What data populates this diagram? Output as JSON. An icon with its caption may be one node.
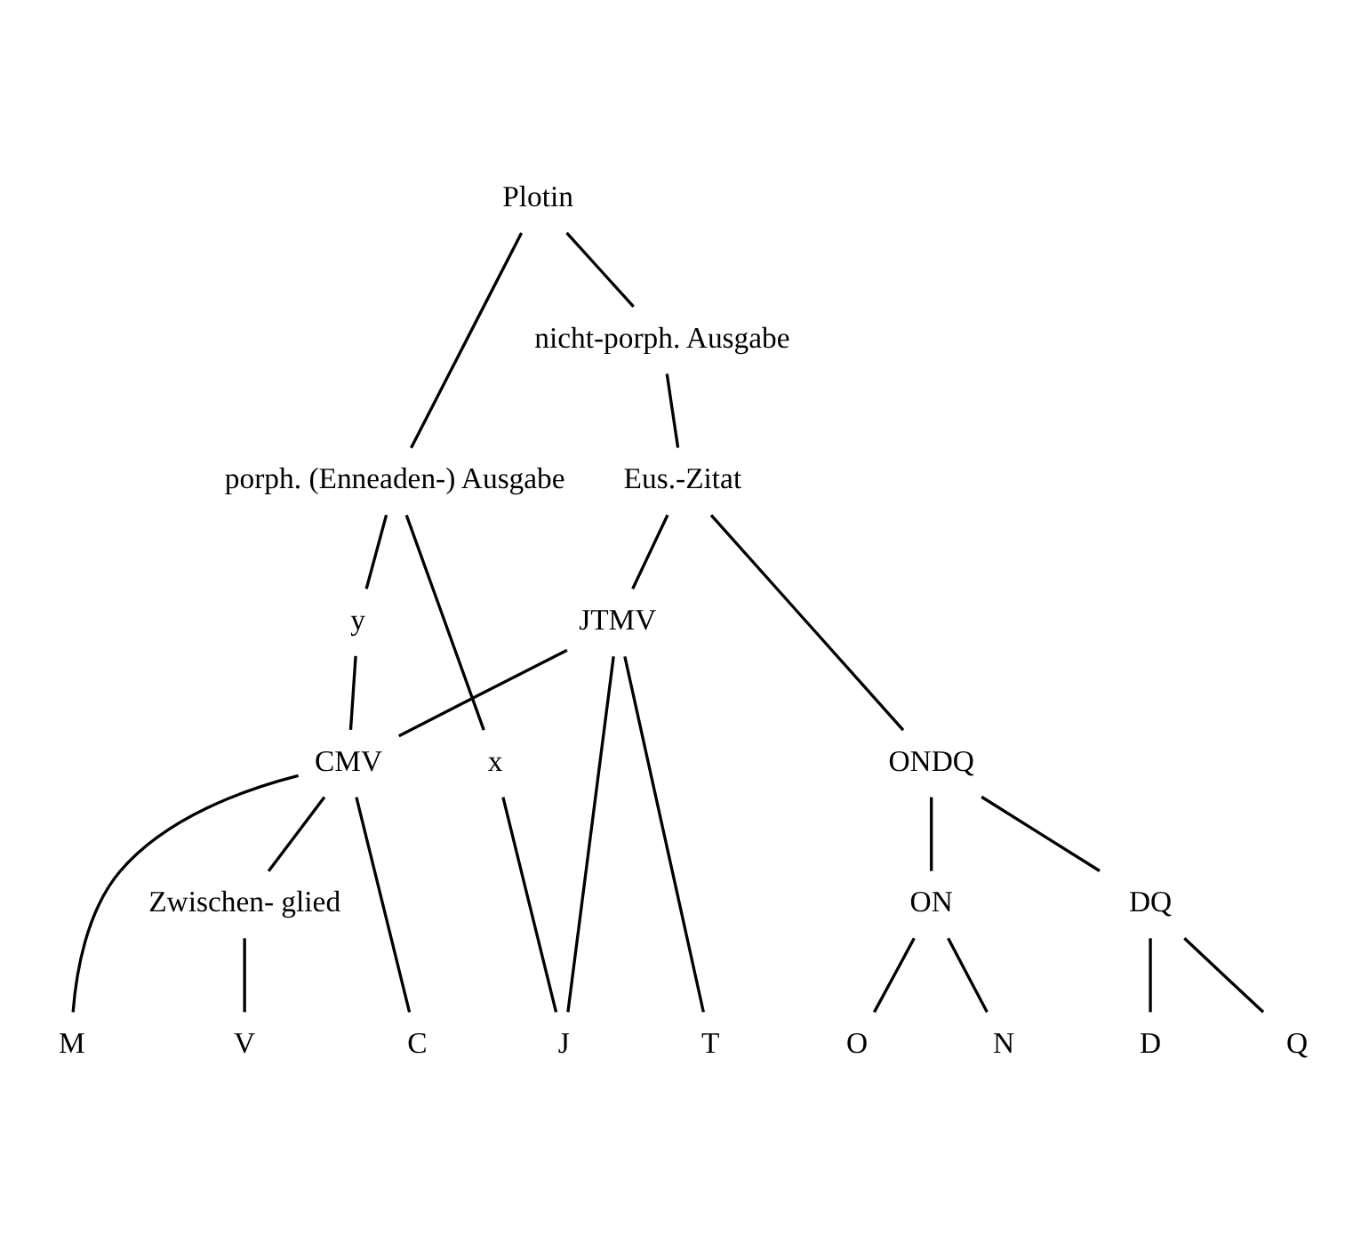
{
  "diagram": {
    "nodes": [
      {
        "text": [
          "Plotin"
        ]
      },
      {
        "text": [
          "nicht-porph. Ausgabe"
        ]
      },
      {
        "text": [
          "porph. (Enneaden-) Ausgabe"
        ]
      },
      {
        "text": [
          "Eus.-Zitat"
        ]
      },
      {
        "text": [
          "ONDQ"
        ]
      },
      {
        "text": [
          "JTMV"
        ]
      },
      {
        "text": [
          "x"
        ]
      },
      {
        "text": [
          "y"
        ]
      },
      {
        "text": [
          "ON"
        ]
      },
      {
        "text": [
          "DQ"
        ]
      },
      {
        "text": [
          "CMV"
        ]
      },
      {
        "text": [
          "Zwischen- glied"
        ]
      },
      {
        "text": [
          "O"
        ]
      },
      {
        "text": [
          "N"
        ]
      },
      {
        "text": [
          "D"
        ]
      },
      {
        "text": [
          "Q"
        ]
      },
      {
        "text": [
          "T"
        ]
      },
      {
        "text": [
          "J"
        ]
      },
      {
        "text": [
          "C"
        ]
      },
      {
        "text": [
          "M"
        ]
      },
      {
        "text": [
          "V"
        ]
      }
    ],
    "edges": [
      {
        "from": 0,
        "to": 1,
        "arrow": "none"
      },
      {
        "from": 0,
        "to": 2,
        "arrow": "none"
      },
      {
        "from": 1,
        "to": 3,
        "arrow": "none"
      },
      {
        "from": 3,
        "to": 4,
        "arrow": "none"
      },
      {
        "from": 3,
        "to": 5,
        "arrow": "none"
      },
      {
        "from": 2,
        "to": 6,
        "arrow": "none"
      },
      {
        "from": 2,
        "to": 7,
        "arrow": "none"
      },
      {
        "from": 4,
        "to": 8,
        "arrow": "none"
      },
      {
        "from": 4,
        "to": 9,
        "arrow": "none"
      },
      {
        "from": 5,
        "to": 10,
        "arrow": "none"
      },
      {
        "from": 7,
        "to": 10,
        "arrow": "none"
      },
      {
        "from": 8,
        "to": 12,
        "arrow": "none"
      },
      {
        "from": 8,
        "to": 13,
        "arrow": "none"
      },
      {
        "from": 9,
        "to": 14,
        "arrow": "none"
      },
      {
        "from": 9,
        "to": 15,
        "arrow": "none"
      },
      {
        "from": 5,
        "to": 16,
        "arrow": "none"
      },
      {
        "from": 5,
        "to": 17,
        "arrow": "none"
      },
      {
        "from": 6,
        "to": 17,
        "arrow": "none"
      },
      {
        "from": 10,
        "to": 18,
        "arrow": "none"
      },
      {
        "from": 10,
        "to": 19,
        "arrow": "none"
      },
      {
        "from": 10,
        "to": 11,
        "arrow": "none"
      },
      {
        "from": 11,
        "to": 20,
        "arrow": "none"
      }
    ]
  }
}
